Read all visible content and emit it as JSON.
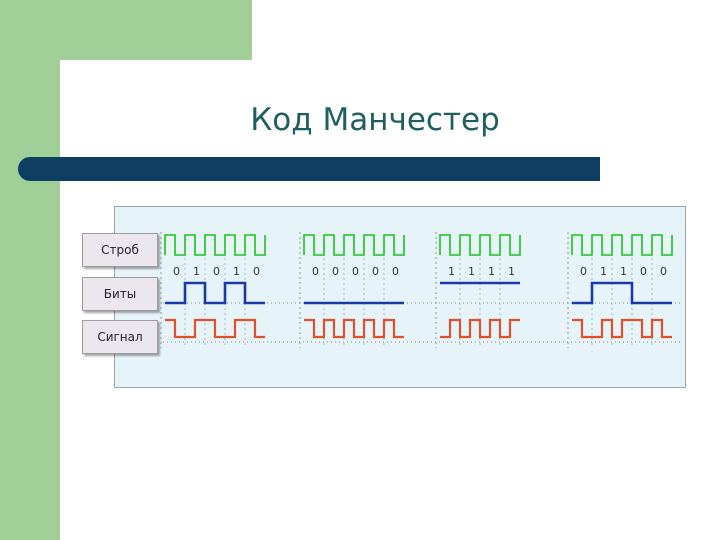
{
  "slide": {
    "title": "Код Манчестер"
  },
  "rows": {
    "strobe": "Строб",
    "bits": "Биты",
    "signal": "Сигнал"
  },
  "colors": {
    "strobe": "#1cc21c",
    "bits": "#1a3aa8",
    "signal": "#e0502a",
    "title": "#1f5f62",
    "bar": "#0f3e63",
    "accent": "#a1cf98"
  },
  "groups": [
    {
      "bits": [
        "0",
        "1",
        "0",
        "1",
        "0"
      ]
    },
    {
      "bits": [
        "0",
        "0",
        "0",
        "0",
        "0"
      ]
    },
    {
      "bits": [
        "1",
        "1",
        "1",
        "1"
      ]
    },
    {
      "bits": [
        "0",
        "1",
        "1",
        "0",
        "0"
      ]
    }
  ]
}
